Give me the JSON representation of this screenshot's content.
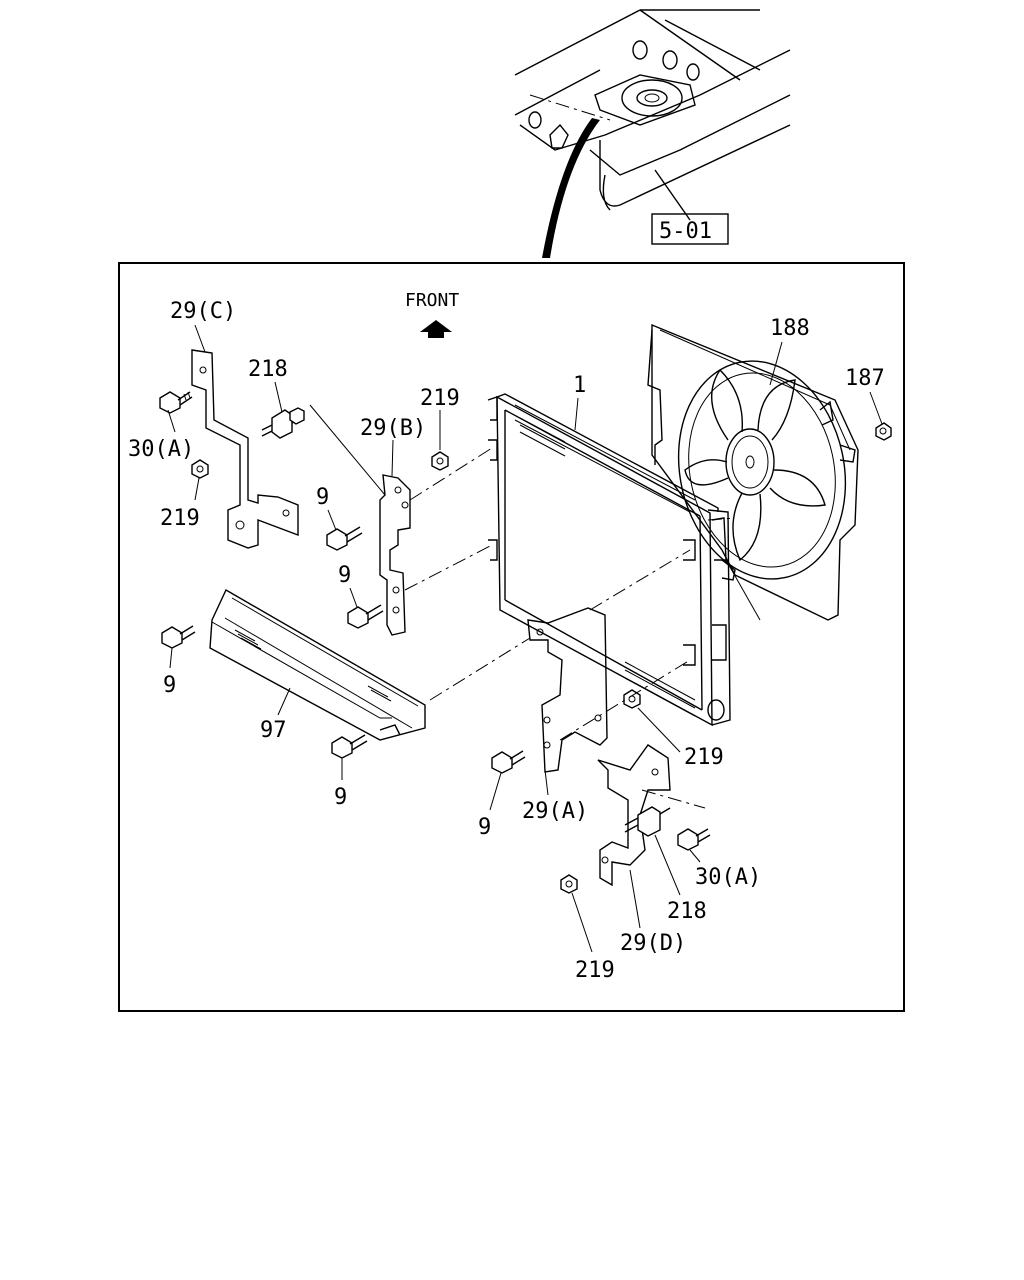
{
  "reference": {
    "label": "5-01"
  },
  "direction": {
    "label": "FRONT"
  },
  "callouts": {
    "c_29C": "29(C)",
    "c_218_top": "218",
    "c_30A_left": "30(A)",
    "c_219_left": "219",
    "c_219_mid": "219",
    "c_29B": "29(B)",
    "c_1": "1",
    "c_188": "188",
    "c_187": "187",
    "c_9_a": "9",
    "c_9_b": "9",
    "c_9_c": "9",
    "c_97": "97",
    "c_9_d": "9",
    "c_219_right": "219",
    "c_9_e": "9",
    "c_29A": "29(A)",
    "c_30A_right": "30(A)",
    "c_218_bottom": "218",
    "c_29D": "29(D)",
    "c_219_bottom": "219"
  }
}
